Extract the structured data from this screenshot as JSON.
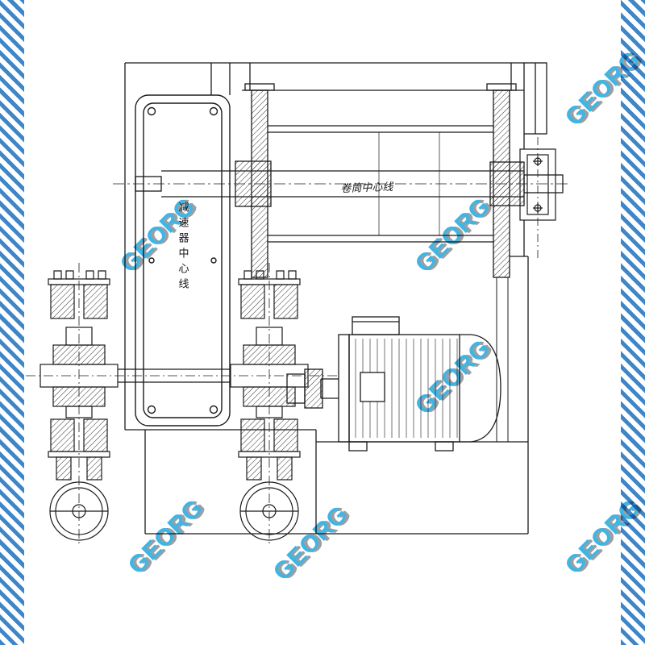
{
  "colors": {
    "stripe-blue": "#3e86c8",
    "watermark-blue": "#29aee3",
    "watermark-shadow": "#90959a",
    "line": "#1b1b1b"
  },
  "watermark": {
    "text": "GEORG"
  },
  "labels": {
    "drum_centerline": "卷筒中心线",
    "gearbox_centerline": "减速器中心线"
  }
}
